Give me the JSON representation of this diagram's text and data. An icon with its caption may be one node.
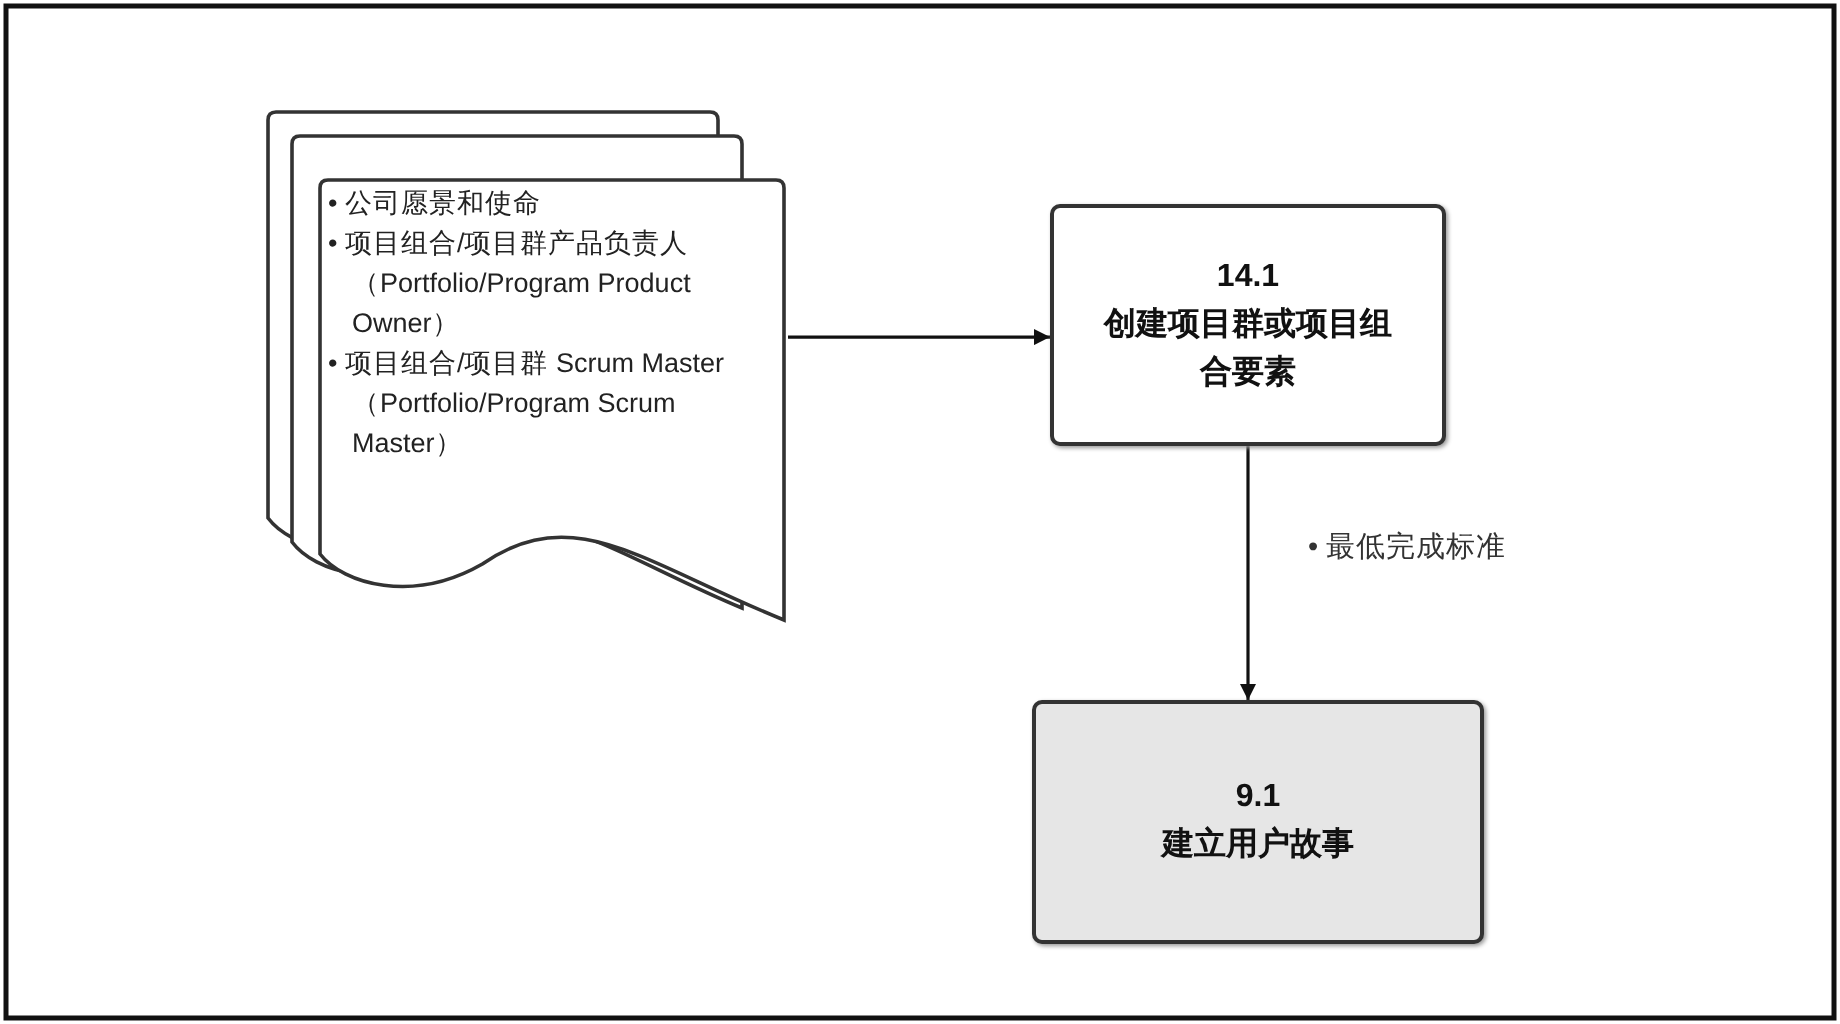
{
  "diagram": {
    "nodes": [
      {
        "text": [
          "• 公司愿景和使命",
          "• 项目组合/项目群产品负责人（Portfolio/Program Product Owner）",
          "• 项目组合/项目群 Scrum Master（Portfolio/Program Scrum Master）"
        ]
      },
      {
        "text": [
          "14.1",
          "创建项目群或项目组合要素"
        ]
      },
      {
        "text": [
          "9.1",
          "建立用户故事"
        ]
      }
    ],
    "edges": [
      {
        "from": 0,
        "to": 1,
        "arrow": "to"
      },
      {
        "from": 1,
        "to": 2,
        "arrow": "to",
        "label": "• 最低完成标准"
      }
    ]
  }
}
